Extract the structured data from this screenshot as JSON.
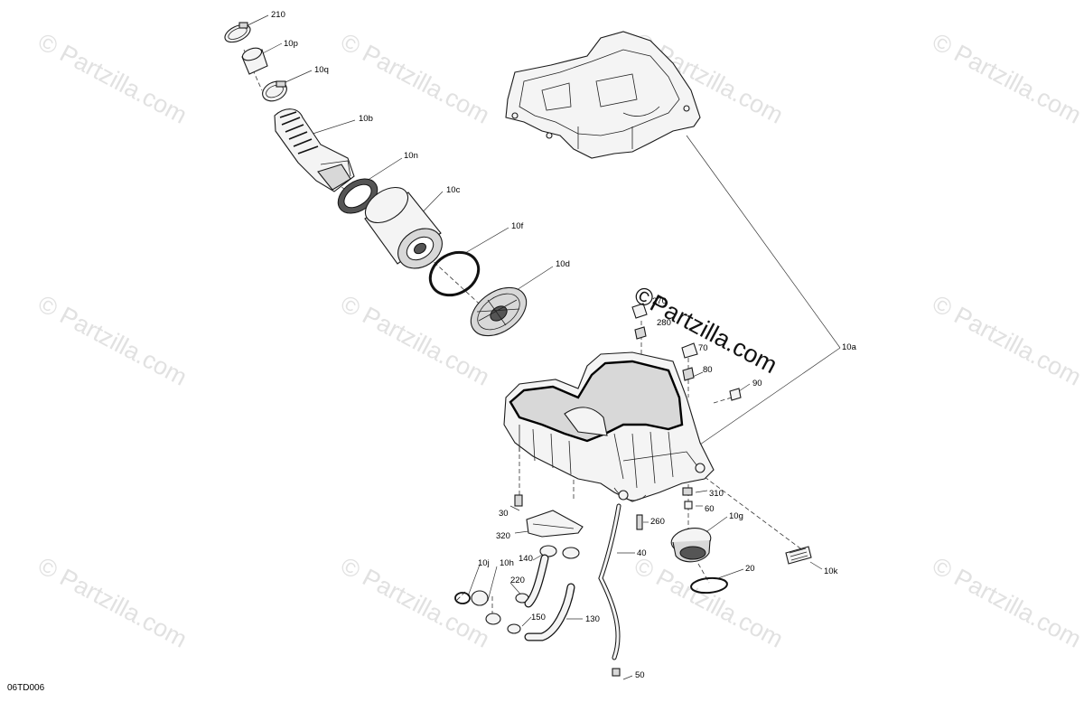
{
  "watermark": {
    "repeat_text": "© Partzilla.com",
    "main_text": "©Partzilla.com"
  },
  "diagram_code": "06TD006",
  "callouts": {
    "p210": "210",
    "p10p": "10p",
    "p10q": "10q",
    "p10b": "10b",
    "p10n": "10n",
    "p10c": "10c",
    "p10f": "10f",
    "p10d": "10d",
    "p10a": "10a",
    "p270": "270",
    "p280": "280",
    "p70": "70",
    "p80": "80",
    "p90": "90",
    "p310": "310",
    "p60": "60",
    "p260": "260",
    "p10g": "10g",
    "p20": "20",
    "p10k": "10k",
    "p30": "30",
    "p320": "320",
    "p140": "140",
    "p10j": "10j",
    "p10h": "10h",
    "p220": "220",
    "p150": "150",
    "p130": "130",
    "p40": "40",
    "p50": "50"
  }
}
